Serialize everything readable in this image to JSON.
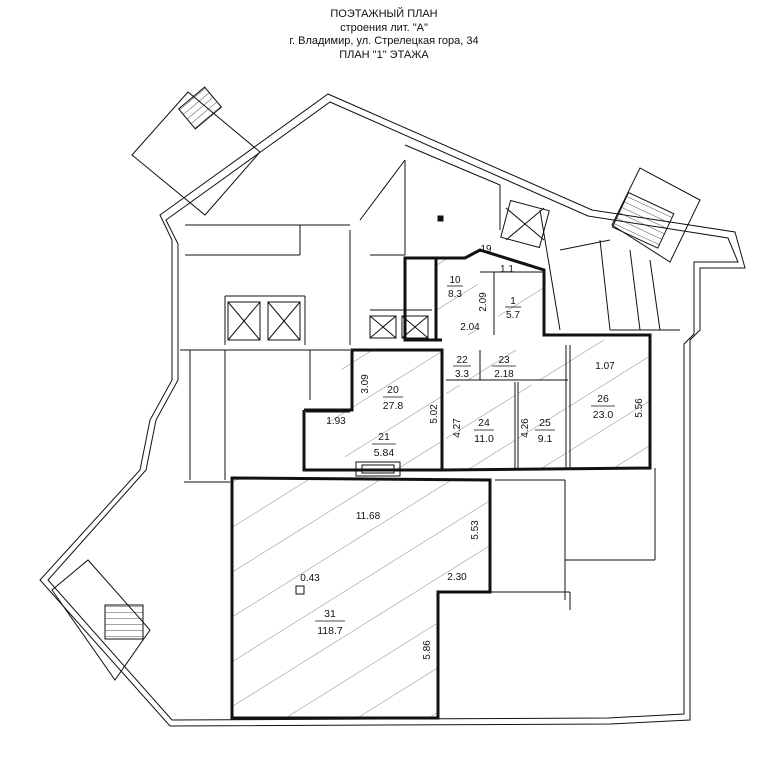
{
  "header": {
    "title": "ПОЭТАЖНЫЙ ПЛАН",
    "building": "строения лит. \"А\"",
    "address": "г. Владимир, ул. Стрелецкая гора, 34",
    "floor": "ПЛАН \"1\" ЭТАЖА"
  },
  "rooms": [
    {
      "num": "10",
      "area": "8.3"
    },
    {
      "num": "1",
      "area": "5.7"
    },
    {
      "num": "19",
      "area": ""
    },
    {
      "num": "1.1",
      "area": ""
    },
    {
      "num": "20",
      "area": "27.8"
    },
    {
      "num": "21",
      "area": "5.84"
    },
    {
      "num": "22",
      "area": "3.3"
    },
    {
      "num": "23",
      "area": "2.18"
    },
    {
      "num": "24",
      "area": "11.0"
    },
    {
      "num": "25",
      "area": "9.1"
    },
    {
      "num": "26",
      "area": "23.0"
    },
    {
      "num": "31",
      "area": "118.7"
    }
  ],
  "dimensions": [
    "2.09",
    "2.04",
    "3.09",
    "1.93",
    "5.02",
    "4.27",
    "4.26",
    "1.07",
    "5.56",
    "11.68",
    "5.53",
    "2.30",
    "0.43",
    "5.86"
  ],
  "colors": {
    "line": "#111111",
    "hatch": "#555555",
    "background": "#ffffff"
  }
}
